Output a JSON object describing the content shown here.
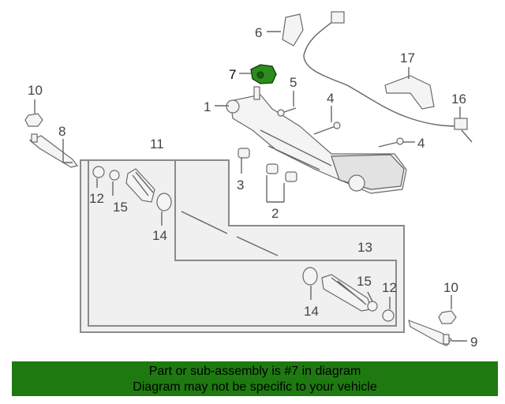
{
  "diagram": {
    "highlight_color": "#2e8b1e",
    "callouts": {
      "p1": "1",
      "p2": "2",
      "p3": "3",
      "p4a": "4",
      "p4b": "4",
      "p6": "6",
      "p7": "7",
      "p8": "8",
      "p9": "9",
      "p10a": "10",
      "p10b": "10",
      "p11": "11",
      "p12a": "12",
      "p12b": "12",
      "p13": "13",
      "p14a": "14",
      "p14b": "14",
      "p15a": "15",
      "p15b": "15",
      "p16": "16",
      "p17": "17",
      "p5": "5"
    }
  },
  "banner": {
    "color": "#1e7a10",
    "line1": "Part or sub-assembly is #7 in diagram",
    "line2": "Diagram may not be specific to your vehicle"
  }
}
